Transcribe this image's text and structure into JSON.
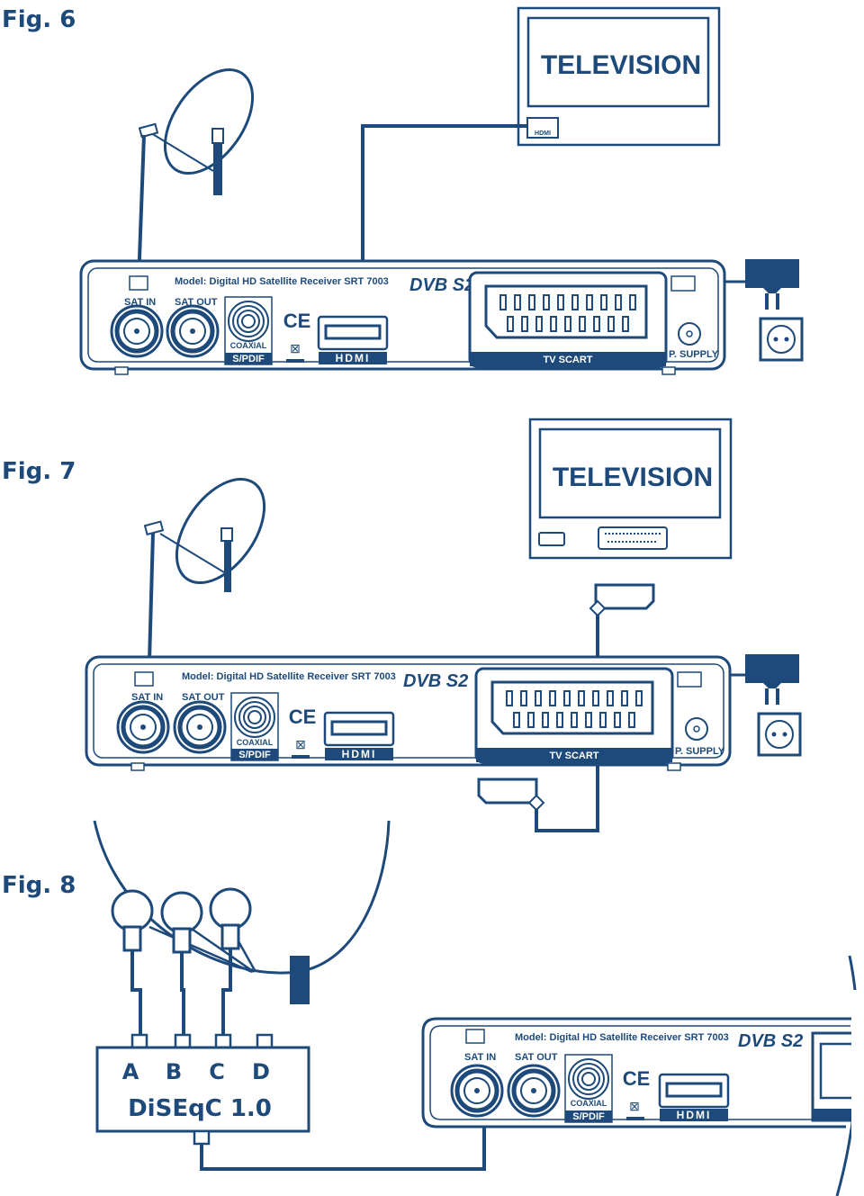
{
  "figures": [
    {
      "label": "Fig. 6",
      "tv_title": "TELEVISION",
      "tv_hdmi_port": "HDMI",
      "receiver": {
        "model": "Model: Digital HD Satellite Receiver SRT 7003",
        "sat_in": "SAT IN",
        "sat_out": "SAT OUT",
        "coaxial": "COAXIAL",
        "spdif": "S/PDIF",
        "hdmi": "HDMI",
        "scart": "TV SCART",
        "psupply": "P. SUPPLY",
        "dvb": "DVB S2",
        "ce": "CE"
      }
    },
    {
      "label": "Fig. 7",
      "tv_title": "TELEVISION",
      "receiver": {
        "model": "Model: Digital HD Satellite Receiver SRT 7003",
        "sat_in": "SAT IN",
        "sat_out": "SAT OUT",
        "coaxial": "COAXIAL",
        "spdif": "S/PDIF",
        "hdmi": "HDMI",
        "scart": "TV SCART",
        "psupply": "P. SUPPLY",
        "dvb": "DVB S2",
        "ce": "CE"
      }
    },
    {
      "label": "Fig. 8",
      "diseqc": {
        "ports": [
          "A",
          "B",
          "C",
          "D"
        ],
        "name": "DiSEqC 1.0"
      },
      "receiver": {
        "model": "Model: Digital HD Satellite Receiver SRT 7003",
        "sat_in": "SAT IN",
        "sat_out": "SAT OUT",
        "coaxial": "COAXIAL",
        "spdif": "S/PDIF",
        "hdmi": "HDMI",
        "dvb": "DVB S2",
        "ce": "CE"
      }
    }
  ],
  "colors": {
    "line": "#1d4a7a",
    "background": "#ffffff"
  }
}
